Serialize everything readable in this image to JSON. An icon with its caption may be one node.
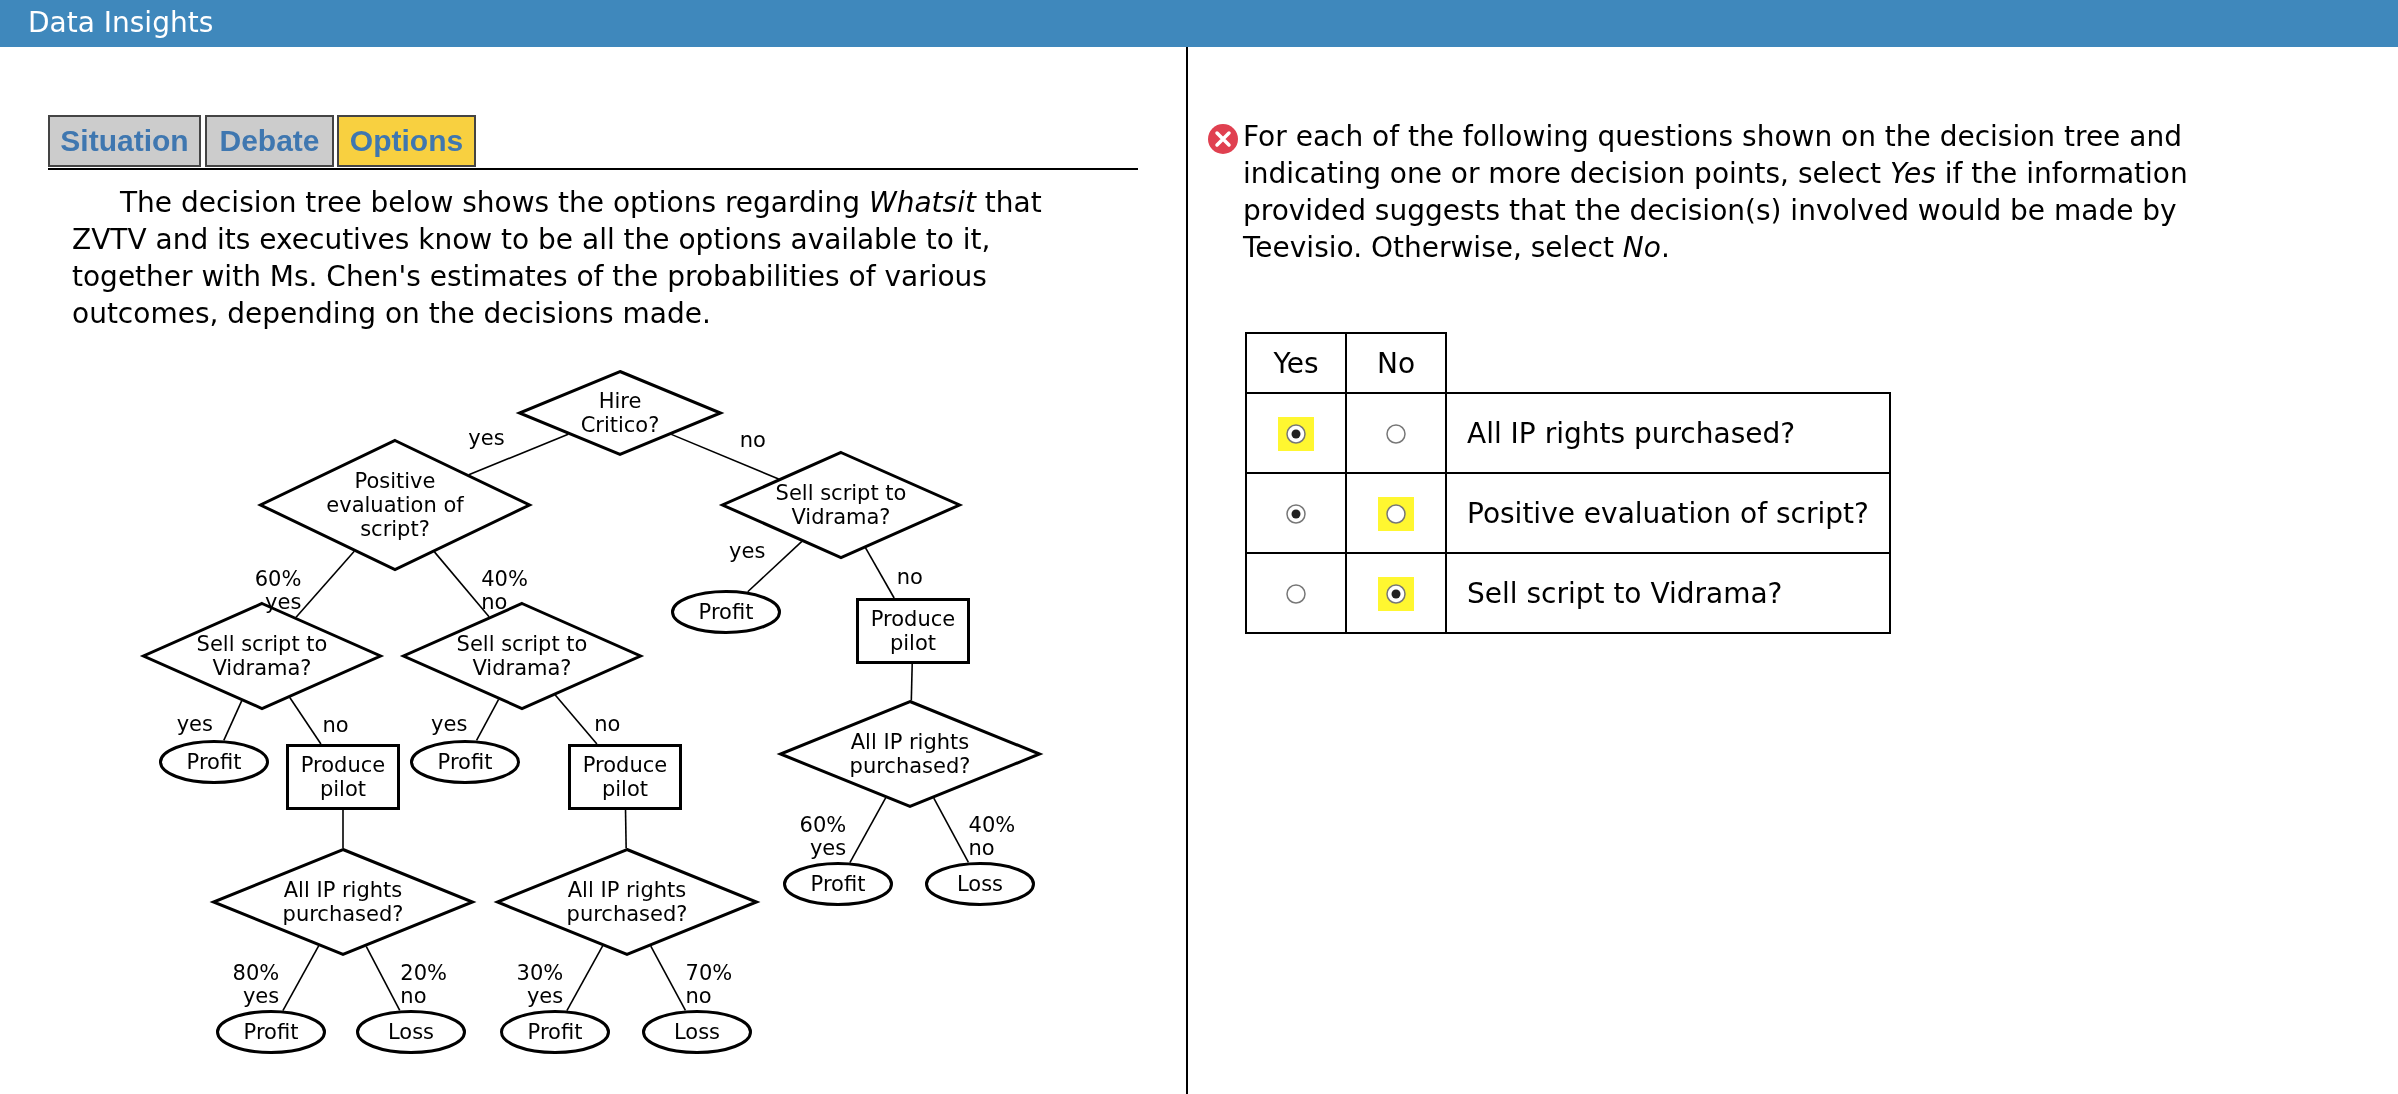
{
  "diagram": {
    "title": "Data Insights",
    "nodes": [
      {
        "text": [
          "Hire Critico?"
        ]
      },
      {
        "text": [
          "Positive evaluation of script?"
        ]
      },
      {
        "text": [
          "Sell script to Vidrama?"
        ]
      },
      {
        "text": [
          "Sell script to Vidrama?"
        ]
      },
      {
        "text": [
          "Sell script to Vidrama?"
        ]
      },
      {
        "text": [
          "Profit"
        ]
      },
      {
        "text": [
          "Produce pilot"
        ]
      },
      {
        "text": [
          "Profit"
        ]
      },
      {
        "text": [
          "Produce pilot"
        ]
      },
      {
        "text": [
          "All IP rights purchased?"
        ]
      },
      {
        "text": [
          "Profit"
        ]
      },
      {
        "text": [
          "Loss"
        ]
      },
      {
        "text": [
          "All IP rights purchased?"
        ]
      },
      {
        "text": [
          "Profit"
        ]
      },
      {
        "text": [
          "Loss"
        ]
      },
      {
        "text": [
          "Profit"
        ]
      },
      {
        "text": [
          "Produce pilot"
        ]
      },
      {
        "text": [
          "All IP rights purchased?"
        ]
      },
      {
        "text": [
          "Profit"
        ]
      },
      {
        "text": [
          "Loss"
        ]
      }
    ],
    "edges": [
      {
        "from": 0,
        "to": 1,
        "arrow": "none",
        "label": "yes"
      },
      {
        "from": 0,
        "to": 4,
        "arrow": "none",
        "label": "no"
      },
      {
        "from": 1,
        "to": 2,
        "arrow": "none",
        "label": "60% yes"
      },
      {
        "from": 1,
        "to": 3,
        "arrow": "none",
        "label": "40% no"
      },
      {
        "from": 2,
        "to": 5,
        "arrow": "none",
        "label": "yes"
      },
      {
        "from": 2,
        "to": 6,
        "arrow": "none",
        "label": "no"
      },
      {
        "from": 3,
        "to": 7,
        "arrow": "none",
        "label": "yes"
      },
      {
        "from": 3,
        "to": 8,
        "arrow": "none",
        "label": "no"
      },
      {
        "from": 6,
        "to": 9,
        "arrow": "none"
      },
      {
        "from": 8,
        "to": 12,
        "arrow": "none"
      },
      {
        "from": 9,
        "to": 10,
        "arrow": "none",
        "label": "80% yes"
      },
      {
        "from": 9,
        "to": 11,
        "arrow": "none",
        "label": "20% no"
      },
      {
        "from": 12,
        "to": 13,
        "arrow": "none",
        "label": "30% yes"
      },
      {
        "from": 12,
        "to": 14,
        "arrow": "none",
        "label": "70% no"
      },
      {
        "from": 4,
        "to": 15,
        "arrow": "none",
        "label": "yes"
      },
      {
        "from": 4,
        "to": 16,
        "arrow": "none",
        "label": "no"
      },
      {
        "from": 16,
        "to": 17,
        "arrow": "none"
      },
      {
        "from": 17,
        "to": 18,
        "arrow": "none",
        "label": "60% yes"
      },
      {
        "from": 17,
        "to": 19,
        "arrow": "none",
        "label": "40% no"
      }
    ],
    "labels": [
      "Situation",
      "Debate",
      "Options",
      "The decision tree below shows the options regarding *Whatsit* that ZVTV and its executives know to be all the options available to it, together with Ms. Chen's estimates of the probabilities of various outcomes, depending on the decisions made.",
      "For each of the following questions shown on the decision tree and indicating one or more decision points, select *Yes* if the information provided suggests that the decision(s) involved would be made by Teevisio. Otherwise, select *No*.",
      "Yes",
      "No",
      "All IP rights purchased?",
      "Positive evaluation of script?",
      "Sell script to Vidrama?"
    ]
  }
}
